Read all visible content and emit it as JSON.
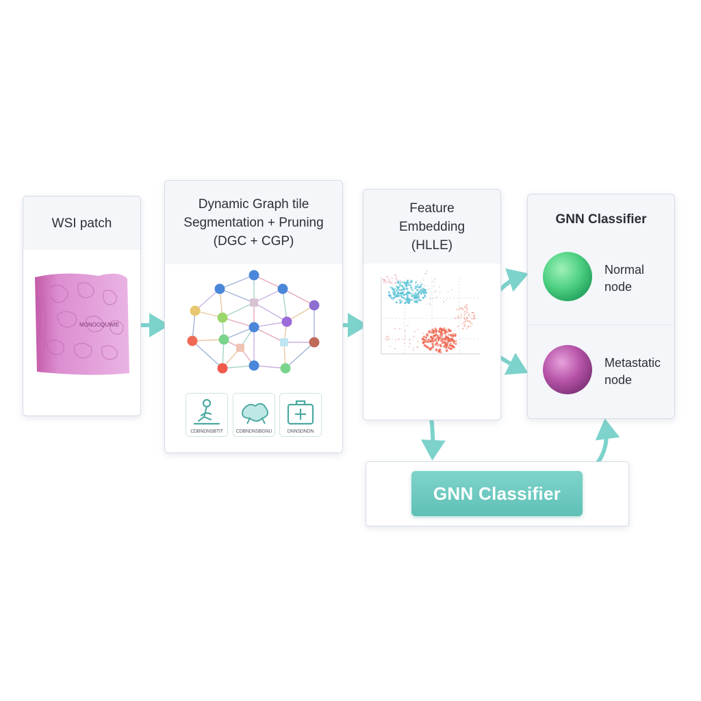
{
  "panels": {
    "wsi": {
      "title": "WSI patch",
      "overlay_label": "MONOOQUWIE"
    },
    "graph": {
      "title_lines": [
        "Dynamic Graph tile",
        "Segmentation + Pruning",
        "(DGC + CGP)"
      ],
      "icons": [
        {
          "name": "pathologist-icon",
          "caption": "CDBNDNSBTIT"
        },
        {
          "name": "cell-cluster-icon",
          "caption": "CDBNDNSBGNU"
        },
        {
          "name": "medical-kit-icon",
          "caption": "DNNSDNDN"
        }
      ]
    },
    "embedding": {
      "title_lines": [
        "Feature",
        "Embedding",
        "(HLLE)"
      ]
    },
    "classifier": {
      "title": "GNN Classifier",
      "classes": [
        {
          "label_lines": [
            "Normal",
            "node"
          ],
          "color": "#4fd183"
        },
        {
          "label_lines": [
            "Metastatic",
            "node"
          ],
          "color": "#b653a8"
        }
      ]
    }
  },
  "bottom_box": {
    "button_label": "GNN Classifier"
  },
  "colors": {
    "arrow": "#7dd3cc",
    "panel_border": "#d5dbe6",
    "header_bg": "#f4f6fa",
    "tissue": "#d98ed2",
    "cluster_teal": "#5bc3d6",
    "cluster_red": "#f06a55"
  }
}
